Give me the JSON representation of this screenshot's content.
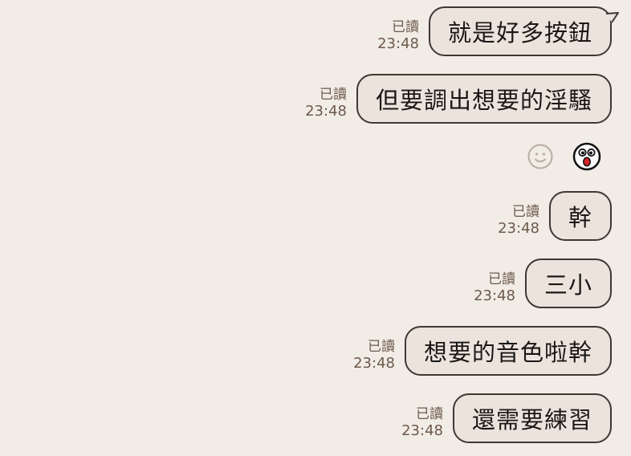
{
  "messages": [
    {
      "text": "就是好多按鈕",
      "read": "已讀",
      "time": "23:48"
    },
    {
      "text": "但要調出想要的淫騷",
      "read": "已讀",
      "time": "23:48"
    },
    {
      "text": "幹",
      "read": "已讀",
      "time": "23:48"
    },
    {
      "text": "三小",
      "read": "已讀",
      "time": "23:48"
    },
    {
      "text": "想要的音色啦幹",
      "read": "已讀",
      "time": "23:48"
    },
    {
      "text": "還需要練習",
      "read": "已讀",
      "time": "23:48"
    }
  ],
  "reactions": {
    "add_icon": "smiley-outline-icon",
    "sticker_icon": "shocked-face-icon"
  },
  "colors": {
    "background": "#F1ECE6",
    "bubble": "#ECE4DC",
    "bubble_border": "#3E3835",
    "meta_text": "#6D5A4C"
  }
}
